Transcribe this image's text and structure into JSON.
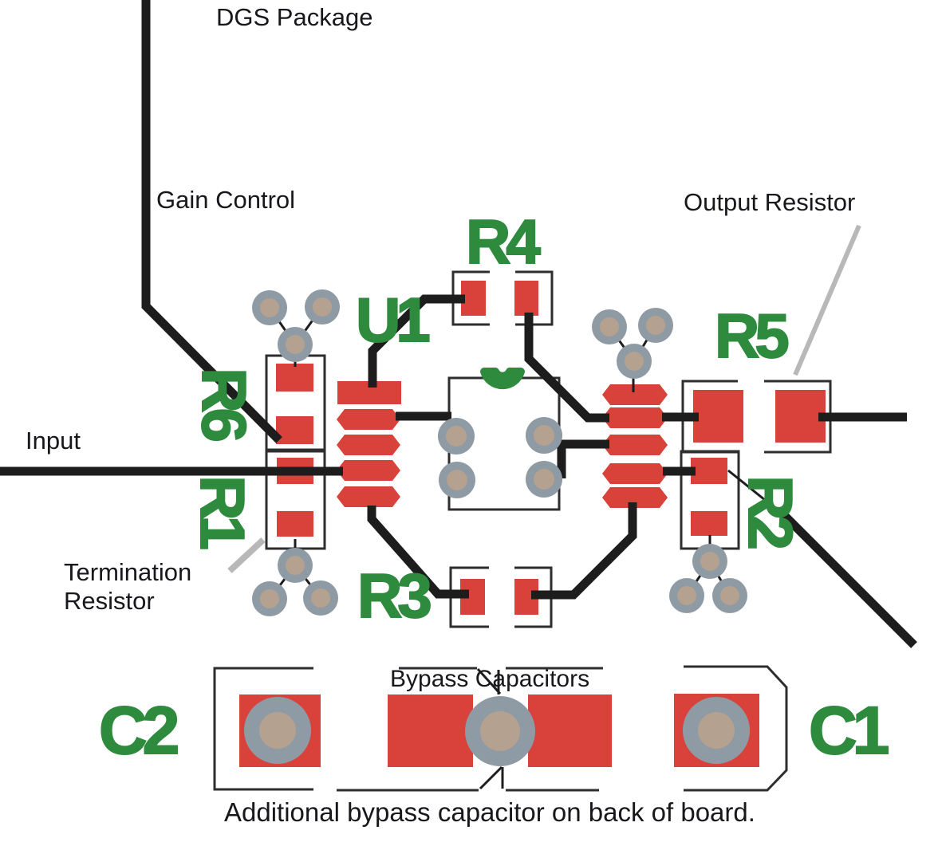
{
  "title": "PCB component placement diagram",
  "colors": {
    "background": "#ffffff",
    "trace_black": "#1d1d1d",
    "outline_dark": "#2e2e2e",
    "pad_red": "#d8423a",
    "silkscreen_green": "#2e8b3e",
    "via_ring_gray": "#8e9aa4",
    "via_center_tan": "#b5a190",
    "leader_gray": "#b8b8b8",
    "text_black": "#18181c"
  },
  "annotations": {
    "dgs_package": "DGS Package",
    "gain_control": "Gain Control",
    "output_resistor": "Output Resistor",
    "input": "Input",
    "termination_line1": "Termination",
    "termination_line2": "Resistor",
    "bypass_capacitors": "Bypass Capacitors",
    "caption": "Additional bypass capacitor on back of board."
  },
  "refdes": {
    "u1": "U1",
    "r1": "R1",
    "r2": "R2",
    "r3": "R3",
    "r4": "R4",
    "r5": "R5",
    "r6": "R6",
    "c1": "C1",
    "c2": "C2"
  }
}
